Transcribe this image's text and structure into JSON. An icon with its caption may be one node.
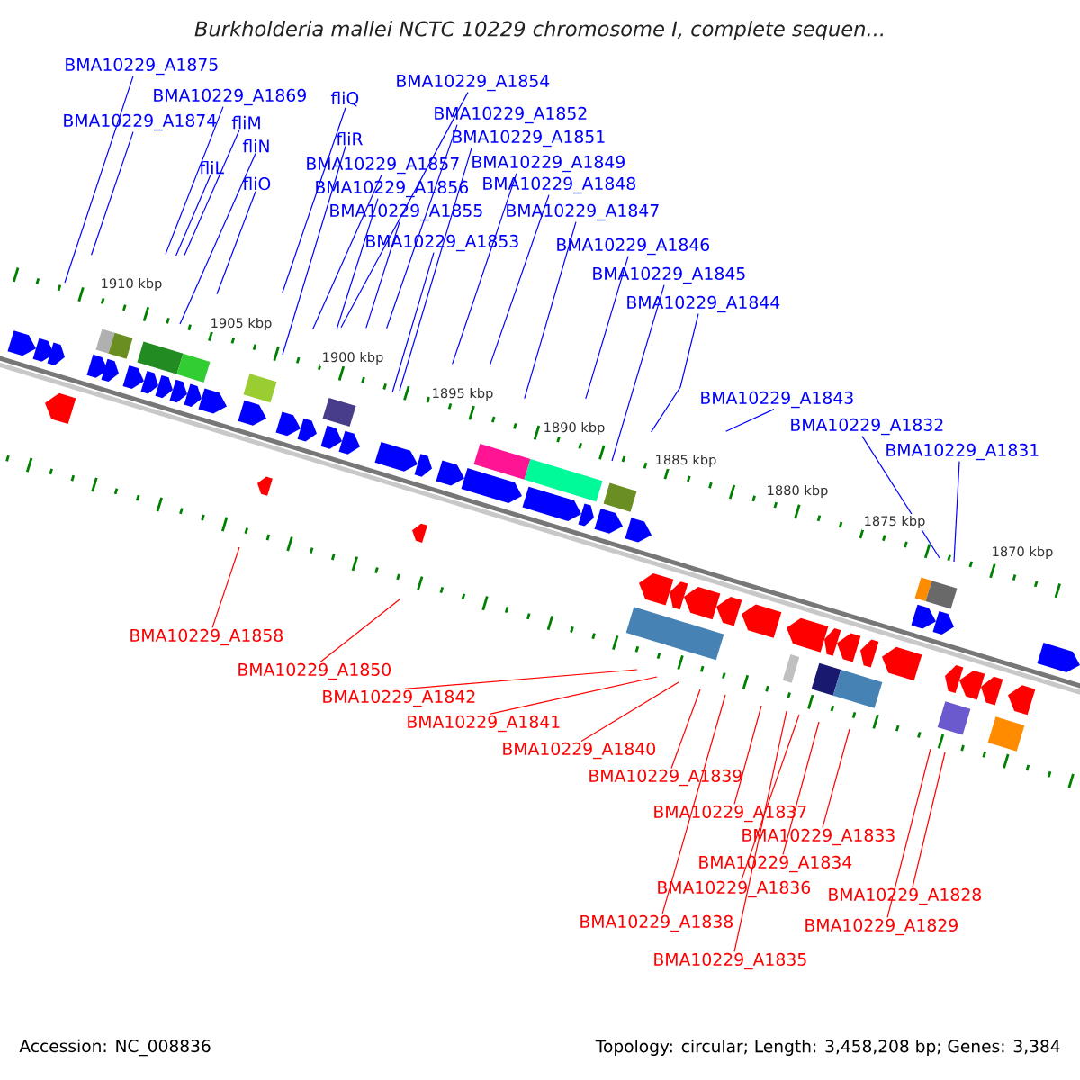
{
  "diagram": {
    "title": "Burkholderia mallei NCTC 10229 chromosome I, complete sequen...",
    "nodes": [
      {
        "text": [
          "BMA10229_A1875"
        ]
      },
      {
        "text": [
          "BMA10229_A1869"
        ]
      },
      {
        "text": [
          "BMA10229_A1874"
        ]
      },
      {
        "text": [
          "fliM"
        ]
      },
      {
        "text": [
          "fliN"
        ]
      },
      {
        "text": [
          "fliL"
        ]
      },
      {
        "text": [
          "fliO"
        ]
      },
      {
        "text": [
          "fliQ"
        ]
      },
      {
        "text": [
          "fliR"
        ]
      },
      {
        "text": [
          "BMA10229_A1854"
        ]
      },
      {
        "text": [
          "BMA10229_A1852"
        ]
      },
      {
        "text": [
          "BMA10229_A1851"
        ]
      },
      {
        "text": [
          "BMA10229_A1857"
        ]
      },
      {
        "text": [
          "BMA10229_A1849"
        ]
      },
      {
        "text": [
          "BMA10229_A1856"
        ]
      },
      {
        "text": [
          "BMA10229_A1848"
        ]
      },
      {
        "text": [
          "BMA10229_A1855"
        ]
      },
      {
        "text": [
          "BMA10229_A1847"
        ]
      },
      {
        "text": [
          "BMA10229_A1853"
        ]
      },
      {
        "text": [
          "BMA10229_A1846"
        ]
      },
      {
        "text": [
          "BMA10229_A1845"
        ]
      },
      {
        "text": [
          "BMA10229_A1844"
        ]
      },
      {
        "text": [
          "BMA10229_A1843"
        ]
      },
      {
        "text": [
          "BMA10229_A1832"
        ]
      },
      {
        "text": [
          "BMA10229_A1831"
        ]
      },
      {
        "text": [
          "BMA10229_A1858"
        ]
      },
      {
        "text": [
          "BMA10229_A1850"
        ]
      },
      {
        "text": [
          "BMA10229_A1842"
        ]
      },
      {
        "text": [
          "BMA10229_A1841"
        ]
      },
      {
        "text": [
          "BMA10229_A1840"
        ]
      },
      {
        "text": [
          "BMA10229_A1839"
        ]
      },
      {
        "text": [
          "BMA10229_A1837"
        ]
      },
      {
        "text": [
          "BMA10229_A1833"
        ]
      },
      {
        "text": [
          "BMA10229_A1834"
        ]
      },
      {
        "text": [
          "BMA10229_A1836"
        ]
      },
      {
        "text": [
          "BMA10229_A1828"
        ]
      },
      {
        "text": [
          "BMA10229_A1838"
        ]
      },
      {
        "text": [
          "BMA10229_A1829"
        ]
      },
      {
        "text": [
          "BMA10229_A1835"
        ]
      }
    ],
    "edges": [
      {
        "from": 0,
        "to": null,
        "arrow": "none"
      },
      {
        "from": 1,
        "to": null,
        "arrow": "none"
      },
      {
        "from": 2,
        "to": null,
        "arrow": "none"
      },
      {
        "from": 3,
        "to": null,
        "arrow": "none"
      },
      {
        "from": 4,
        "to": null,
        "arrow": "none"
      },
      {
        "from": 5,
        "to": null,
        "arrow": "none"
      },
      {
        "from": 6,
        "to": null,
        "arrow": "none"
      },
      {
        "from": 7,
        "to": null,
        "arrow": "none"
      },
      {
        "from": 8,
        "to": null,
        "arrow": "none"
      },
      {
        "from": 9,
        "to": null,
        "arrow": "none"
      },
      {
        "from": 10,
        "to": null,
        "arrow": "none"
      },
      {
        "from": 11,
        "to": null,
        "arrow": "none"
      },
      {
        "from": 12,
        "to": null,
        "arrow": "none"
      },
      {
        "from": 13,
        "to": null,
        "arrow": "none"
      },
      {
        "from": 14,
        "to": null,
        "arrow": "none"
      },
      {
        "from": 15,
        "to": null,
        "arrow": "none"
      },
      {
        "from": 16,
        "to": null,
        "arrow": "none"
      },
      {
        "from": 17,
        "to": null,
        "arrow": "none"
      },
      {
        "from": 18,
        "to": null,
        "arrow": "none"
      },
      {
        "from": 19,
        "to": null,
        "arrow": "none"
      },
      {
        "from": 20,
        "to": null,
        "arrow": "none"
      },
      {
        "from": 21,
        "to": null,
        "arrow": "none"
      },
      {
        "from": 22,
        "to": null,
        "arrow": "none"
      },
      {
        "from": 23,
        "to": null,
        "arrow": "none"
      },
      {
        "from": 24,
        "to": null,
        "arrow": "none"
      },
      {
        "from": 25,
        "to": null,
        "arrow": "none",
        "color": "#ff0000"
      },
      {
        "from": 26,
        "to": null,
        "arrow": "none",
        "color": "#ff0000"
      },
      {
        "from": 27,
        "to": null,
        "arrow": "none",
        "color": "#ff0000"
      },
      {
        "from": 28,
        "to": null,
        "arrow": "none",
        "color": "#ff0000"
      },
      {
        "from": 29,
        "to": null,
        "arrow": "none",
        "color": "#ff0000"
      },
      {
        "from": 30,
        "to": null,
        "arrow": "none",
        "color": "#ff0000"
      },
      {
        "from": 31,
        "to": null,
        "arrow": "none",
        "color": "#ff0000"
      },
      {
        "from": 32,
        "to": null,
        "arrow": "none",
        "color": "#ff0000"
      },
      {
        "from": 33,
        "to": null,
        "arrow": "none",
        "color": "#ff0000"
      },
      {
        "from": 34,
        "to": null,
        "arrow": "none",
        "color": "#ff0000"
      },
      {
        "from": 35,
        "to": null,
        "arrow": "none",
        "color": "#ff0000"
      },
      {
        "from": 36,
        "to": null,
        "arrow": "none",
        "color": "#ff0000"
      },
      {
        "from": 37,
        "to": null,
        "arrow": "none",
        "color": "#ff0000"
      },
      {
        "from": 38,
        "to": null,
        "arrow": "none",
        "color": "#ff0000"
      }
    ],
    "labels": [
      "1910 kbp",
      "1905 kbp",
      "1900 kbp",
      "1895 kbp",
      "1890 kbp",
      "1885 kbp",
      "1880 kbp",
      "1875 kbp",
      "1870 kbp",
      "Accession: NC_008836",
      "Topology: circular; Length: 3,458,208 bp; Genes: 3,384"
    ]
  }
}
